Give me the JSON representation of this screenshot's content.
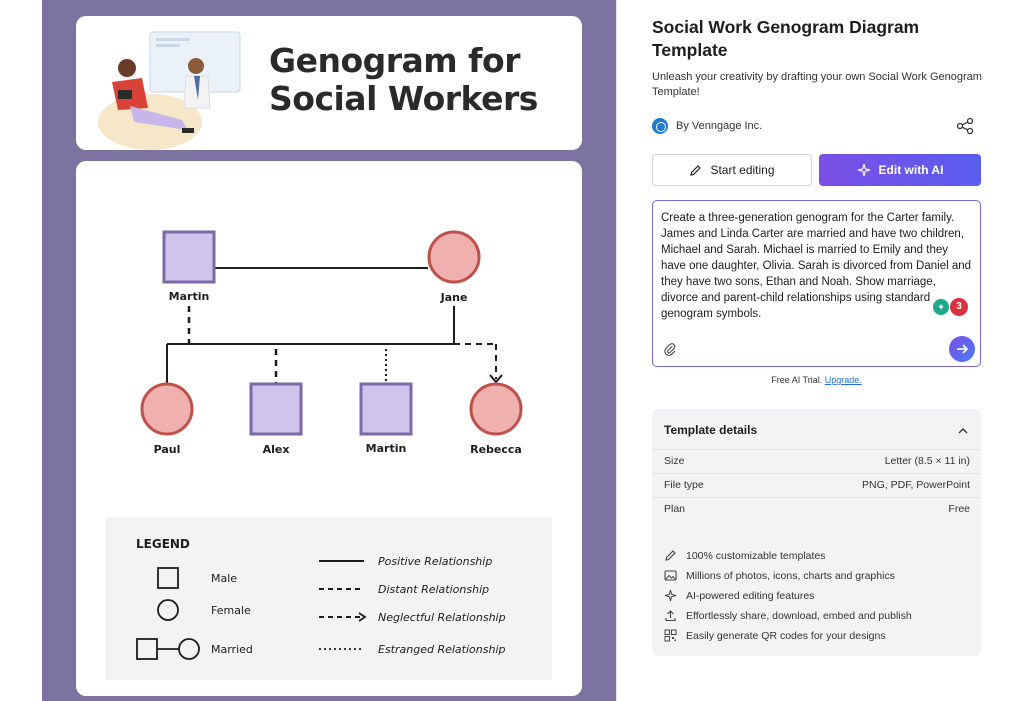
{
  "preview": {
    "card_title_line1": "Genogram for",
    "card_title_line2": "Social Workers",
    "members": {
      "father": "Martin",
      "mother": "Jane",
      "child1": "Paul",
      "child2": "Alex",
      "child3": "Martin",
      "child4": "Rebecca"
    },
    "legend": {
      "title": "LEGEND",
      "male": "Male",
      "female": "Female",
      "married": "Married",
      "positive": "Positive Relationship",
      "distant": "Distant Relationship",
      "neglectful": "Neglectful Relationship",
      "estranged": "Estranged Relationship"
    },
    "colors": {
      "purple_bg": "#7d73a0",
      "male_fill": "#cfc2eb",
      "male_stroke": "#7b6aa8",
      "female_fill": "#f0b0ad",
      "female_stroke": "#c0504a"
    }
  },
  "sidebar": {
    "title": "Social Work Genogram Diagram Template",
    "description": "Unleash your creativity by drafting your own Social Work Genogram Template!",
    "author": "By Venngage Inc.",
    "start_editing": "Start editing",
    "edit_with_ai": "Edit with AI",
    "prompt": "Create a three-generation genogram for the Carter family. James and Linda Carter are married and have two children, Michael and Sarah. Michael is married to Emily and they have one daughter, Olivia. Sarah is divorced from Daniel and they have two sons, Ethan and Noah. Show marriage, divorce and parent-child relationships using standard genogram symbols.",
    "badge_count": "3",
    "trial_text": "Free AI Trial.",
    "trial_link": "Upgrade.",
    "details": {
      "heading": "Template details",
      "rows": [
        {
          "label": "Size",
          "value": "Letter (8.5 × 11 in)"
        },
        {
          "label": "File type",
          "value": "PNG, PDF, PowerPoint"
        },
        {
          "label": "Plan",
          "value": "Free"
        }
      ],
      "features": [
        {
          "icon": "pencil-icon",
          "text": "100% customizable templates"
        },
        {
          "icon": "image-icon",
          "text": "Millions of photos, icons, charts and graphics"
        },
        {
          "icon": "sparkle-icon",
          "text": "AI-powered editing features"
        },
        {
          "icon": "upload-icon",
          "text": "Effortlessly share, download, embed and publish"
        },
        {
          "icon": "qr-code-icon",
          "text": "Easily generate QR codes for your designs"
        }
      ]
    },
    "accent_color": "#6b55e8"
  }
}
